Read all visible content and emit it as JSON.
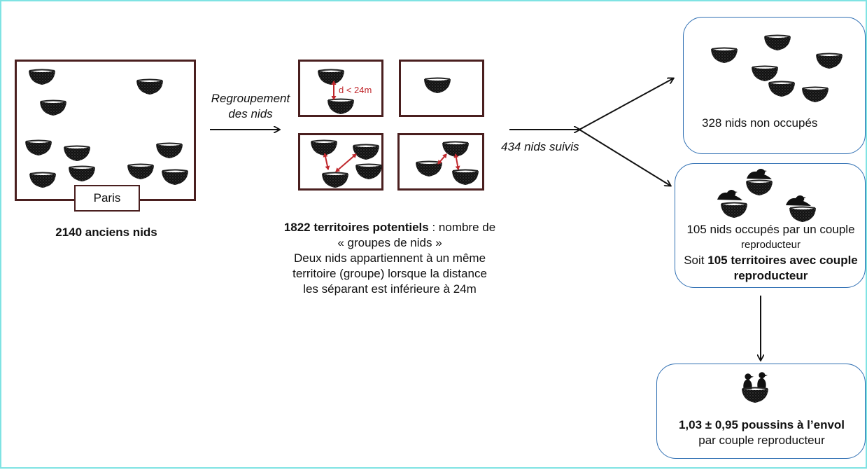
{
  "panel1": {
    "city_label": "Paris",
    "caption": "2140 anciens nids"
  },
  "grouping": {
    "label_line1": "Regroupement",
    "label_line2": "des nids",
    "distance_label": "d < 24m"
  },
  "panel2": {
    "caption_bold": "1822 territoires potentiels",
    "caption_rest": " : nombre de",
    "line2": "« groupes de nids »",
    "line3": "Deux nids appartiennent à un même",
    "line4": "territoire (groupe) lorsque la distance",
    "line5": "les séparant est inférieure à 24m"
  },
  "followed": {
    "label": "434 nids suivis"
  },
  "unoccupied": {
    "label": "328 nids non occupés"
  },
  "occupied": {
    "line1": "105 nids occupés par un couple",
    "line2": "reproducteur",
    "line3_prefix": "Soit ",
    "line3_bold": "105 territoires avec couple",
    "line4_bold": "reproducteur"
  },
  "fledglings": {
    "line1_bold": "1,03 ± 0,95 poussins à l’envol",
    "line2": "par couple reproducteur"
  },
  "colors": {
    "box_border": "#4a1f1f",
    "rounded_border": "#2f6fb3",
    "distance_arrow": "#c0282d",
    "page_border": "#7fe3e3"
  }
}
